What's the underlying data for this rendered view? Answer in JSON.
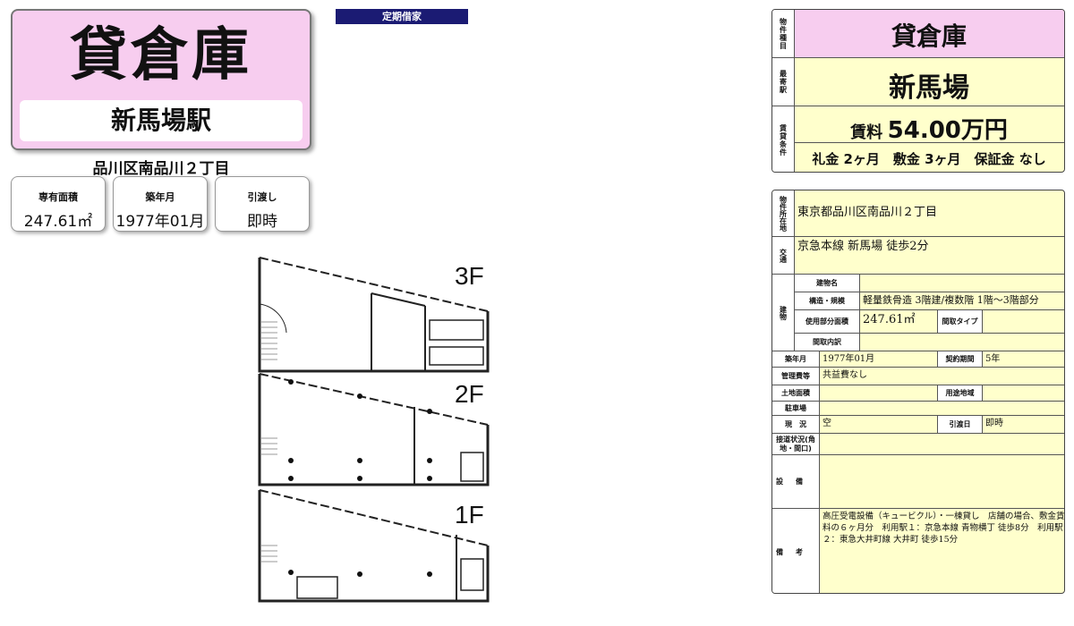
{
  "hero": {
    "title": "貸倉庫",
    "station": "新馬場駅"
  },
  "address": "品川区南品川２丁目",
  "facts": [
    {
      "label": "専有面積",
      "value": "247.61㎡"
    },
    {
      "label": "築年月",
      "value": "1977年01月"
    },
    {
      "label": "引渡し",
      "value": "即時"
    }
  ],
  "banner": "定期借家",
  "plan": {
    "floors": [
      "3F",
      "2F",
      "1F"
    ]
  },
  "summary": {
    "type_label": "物件種目",
    "type": "貸倉庫",
    "station_label": "最寄駅",
    "station": "新馬場",
    "terms_label": "賃貸条件",
    "rent_prefix": "賃料",
    "rent": "54.00万円",
    "deposits": "礼金 2ヶ月　敷金 3ヶ月　保証金 なし"
  },
  "details": {
    "location_label": "物件所在地",
    "location": "東京都品川区南品川２丁目",
    "transport_label": "交通",
    "transport": "京急本線 新馬場 徒歩2分",
    "building_label": "建物",
    "building_name_label": "建物名",
    "building_name": "",
    "structure_label": "構造・規模",
    "structure": "軽量鉄骨造 3階建/複数階 1階～3階部分",
    "area_label": "使用部分面積",
    "area": "247.61㎡",
    "layout_type_label": "間取タイプ",
    "layout_type": "",
    "layout_detail_label": "間取内訳",
    "layout_detail": "",
    "built_label": "築年月",
    "built": "1977年01月",
    "contract_label": "契約期間",
    "contract": "5年",
    "mgmt_label": "管理費等",
    "mgmt": "共益費なし",
    "land_label": "土地面積",
    "land": "",
    "zoning_label": "用途地域",
    "zoning": "",
    "parking_label": "駐車場",
    "parking": "",
    "status_label": "現　況",
    "status": "空",
    "handover_label": "引渡日",
    "handover": "即時",
    "road_label": "接道状況(角地・間口)",
    "road": "",
    "equip_label": "設備",
    "equip": "",
    "remarks_label": "備考",
    "remarks": "高圧受電設備（キュービクル）・一棟貸し　店舗の場合、敷金賃料の６ヶ月分　利用駅１：京急本線 青物横丁 徒歩8分　利用駅２：東急大井町線 大井町 徒歩15分"
  },
  "colors": {
    "pink": "#f7cdef",
    "navy": "#1b1b73",
    "cream": "#ffffcc"
  }
}
